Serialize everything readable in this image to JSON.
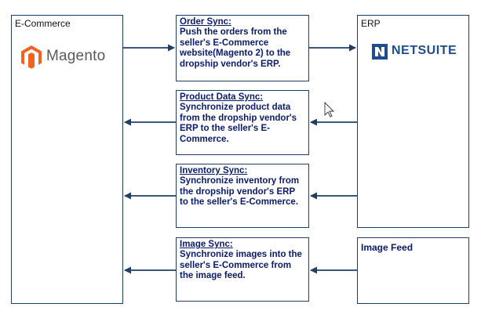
{
  "left_panel": {
    "label": "E-Commerce",
    "logo_text": "Magento",
    "logo_color": "#f26322"
  },
  "erp_panel": {
    "label": "ERP",
    "logo_text": "NETSUITE",
    "logo_color": "#1f4e8a"
  },
  "image_feed_panel": {
    "label": "Image Feed"
  },
  "sync_boxes": [
    {
      "title": "Order Sync:",
      "desc": "Push the orders from the seller's E-Commerce website(Magento 2) to the dropship vendor's ERP."
    },
    {
      "title": "Product Data Sync:",
      "desc": "Synchronize product data from the dropship vendor's ERP to the seller's E-Commerce."
    },
    {
      "title": "Inventory Sync:",
      "desc": "Synchronize inventory from the dropship vendor's ERP to the seller's E-Commerce."
    },
    {
      "title": "Image Sync:",
      "desc": "Synchronize images into the seller's E-Commerce from the image feed."
    }
  ],
  "colors": {
    "border": "#1f3f66",
    "text": "#0a1a6e",
    "arrow": "#1f3f66"
  }
}
